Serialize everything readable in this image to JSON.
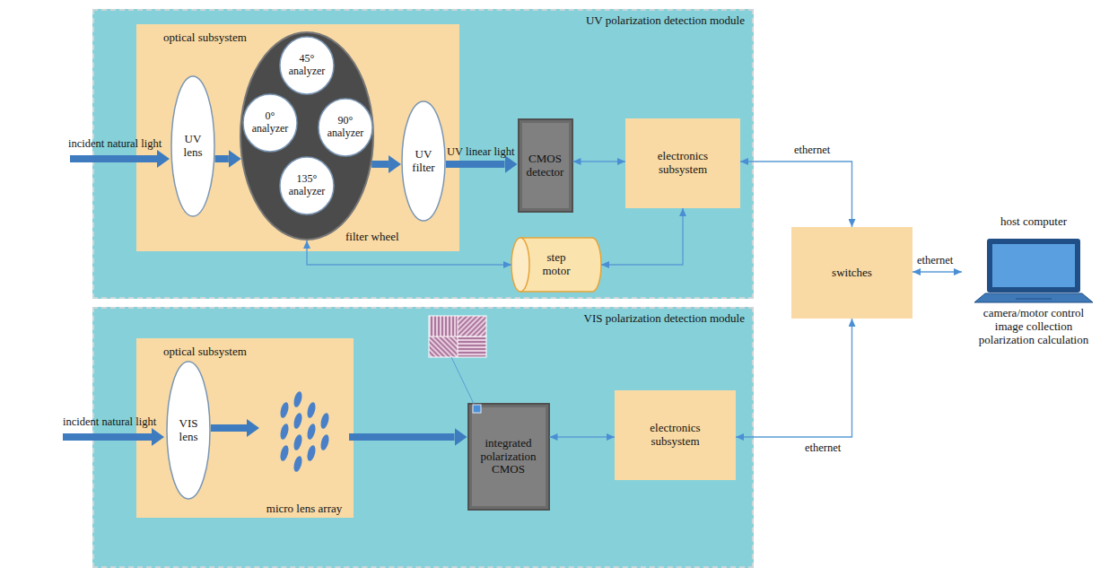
{
  "diagram": {
    "nodes": [
      {
        "text": [
          "UV polarization detection module"
        ]
      },
      {
        "text": [
          "optical subsystem"
        ],
        "in": 0
      },
      {
        "text": [
          "UV lens"
        ],
        "in": 1
      },
      {
        "text": [
          "filter wheel"
        ],
        "in": 1
      },
      {
        "text": [
          "45° analyzer"
        ],
        "in": 3
      },
      {
        "text": [
          "0° analyzer"
        ],
        "in": 3
      },
      {
        "text": [
          "90° analyzer"
        ],
        "in": 3
      },
      {
        "text": [
          "135° analyzer"
        ],
        "in": 3
      },
      {
        "text": [
          "UV filter"
        ],
        "in": 1
      },
      {
        "text": [
          "CMOS detector"
        ],
        "in": 0
      },
      {
        "text": [
          "electronics subsystem"
        ],
        "in": 0
      },
      {
        "text": [
          "step motor"
        ],
        "in": 0
      },
      {
        "text": [
          "VIS polarization detection module"
        ]
      },
      {
        "text": [
          "optical subsystem"
        ],
        "in": 12
      },
      {
        "text": [
          "VIS lens"
        ],
        "in": 13
      },
      {
        "text": [
          "micro lens array"
        ],
        "in": 13
      },
      {
        "text": [
          "integrated polarization CMOS"
        ],
        "in": 12
      },
      {
        "text": [
          "electronics subsystem"
        ],
        "in": 12
      },
      {
        "text": [
          "switches"
        ]
      },
      {
        "text": [
          "host computer",
          "camera/motor control image collection polarization calculation"
        ]
      }
    ],
    "edges": [
      {
        "from": 2,
        "to": 3,
        "arrow": "to"
      },
      {
        "from": 3,
        "to": 8,
        "arrow": "to"
      },
      {
        "from": 8,
        "to": 9,
        "arrow": "to",
        "label": "UV linear light"
      },
      {
        "from": 9,
        "to": 10,
        "arrow": "both"
      },
      {
        "from": 10,
        "to": 11,
        "arrow": "both"
      },
      {
        "from": 3,
        "to": 11,
        "arrow": "both"
      },
      {
        "from": 10,
        "to": 18,
        "arrow": "both",
        "label": "ethernet"
      },
      {
        "from": 14,
        "to": 15,
        "arrow": "to"
      },
      {
        "from": 15,
        "to": 16,
        "arrow": "to"
      },
      {
        "from": 16,
        "to": 17,
        "arrow": "both"
      },
      {
        "from": 17,
        "to": 18,
        "arrow": "both",
        "label": "ethernet"
      },
      {
        "from": 18,
        "to": 19,
        "arrow": "both",
        "label": "ethernet"
      }
    ],
    "labels": [
      "incident natural light",
      "incident natural light"
    ]
  }
}
